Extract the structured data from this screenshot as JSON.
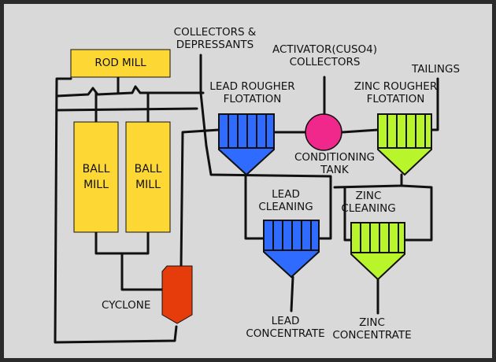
{
  "diagram": {
    "colors": {
      "background": "#d9d9d9",
      "mill": "#fdd835",
      "lead_cell": "#2f6bff",
      "zinc_cell": "#b8f52a",
      "conditioning_tank": "#f0288c",
      "cyclone": "#e63b0a",
      "pipe": "#111111"
    },
    "labels": {
      "rod_mill": "ROD MILL",
      "ball_mill_1": {
        "line1": "BALL",
        "line2": "MILL"
      },
      "ball_mill_2": {
        "line1": "BALL",
        "line2": "MILL"
      },
      "cyclone": "CYCLONE",
      "collectors_depressants": {
        "line1": "COLLECTORS &",
        "line2": "DEPRESSANTS"
      },
      "activator_collectors": {
        "line1": "ACTIVATOR(CUSO4)",
        "line2": "COLLECTORS"
      },
      "tailings": "TAILINGS",
      "lead_rougher": {
        "line1": "LEAD ROUGHER",
        "line2": "FLOTATION"
      },
      "zinc_rougher": {
        "line1": "ZINC ROUGHER",
        "line2": "FLOTATION"
      },
      "conditioning_tank": {
        "line1": "CONDITIONING",
        "line2": "TANK"
      },
      "lead_cleaning": {
        "line1": "LEAD",
        "line2": "CLEANING"
      },
      "zinc_cleaning": {
        "line1": "ZINC",
        "line2": "CLEANING"
      },
      "lead_concentrate": {
        "line1": "LEAD",
        "line2": "CONCENTRATE"
      },
      "zinc_concentrate": {
        "line1": "ZINC",
        "line2": "CONCENTRATE"
      }
    }
  }
}
